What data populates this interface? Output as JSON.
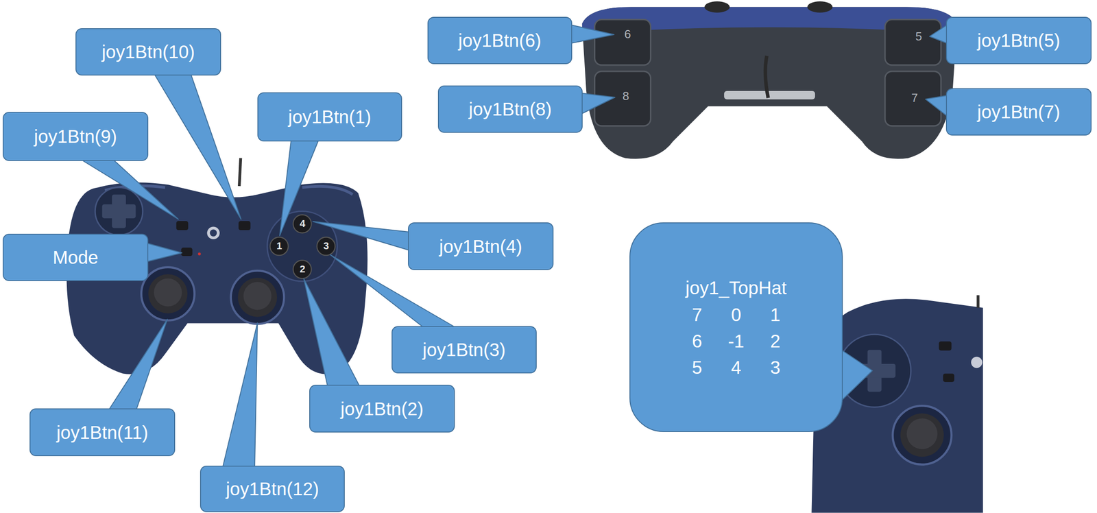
{
  "diagram": {
    "nodes": [
      {
        "text": [
          "joy1Btn(10)"
        ]
      },
      {
        "text": [
          "joy1Btn(6)"
        ]
      },
      {
        "text": [
          "joy1Btn(5)"
        ]
      },
      {
        "text": [
          "joy1Btn(1)"
        ]
      },
      {
        "text": [
          "joy1Btn(9)"
        ]
      },
      {
        "text": [
          "joy1Btn(8)"
        ]
      },
      {
        "text": [
          "joy1Btn(7)"
        ]
      },
      {
        "text": [
          "Mode"
        ]
      },
      {
        "text": [
          "joy1Btn(4)"
        ]
      },
      {
        "text": [
          "joy1_TopHat",
          "7",
          "0",
          "1",
          "6",
          "-1",
          "2",
          "5",
          "4",
          "3"
        ]
      },
      {
        "text": [
          "joy1Btn(3)"
        ]
      },
      {
        "text": [
          "joy1Btn(2)"
        ]
      },
      {
        "text": [
          "joy1Btn(11)"
        ]
      },
      {
        "text": [
          "joy1Btn(12)"
        ]
      }
    ],
    "labels": [
      "4",
      "1",
      "3",
      "2",
      "6",
      "8",
      "5",
      "7"
    ]
  }
}
